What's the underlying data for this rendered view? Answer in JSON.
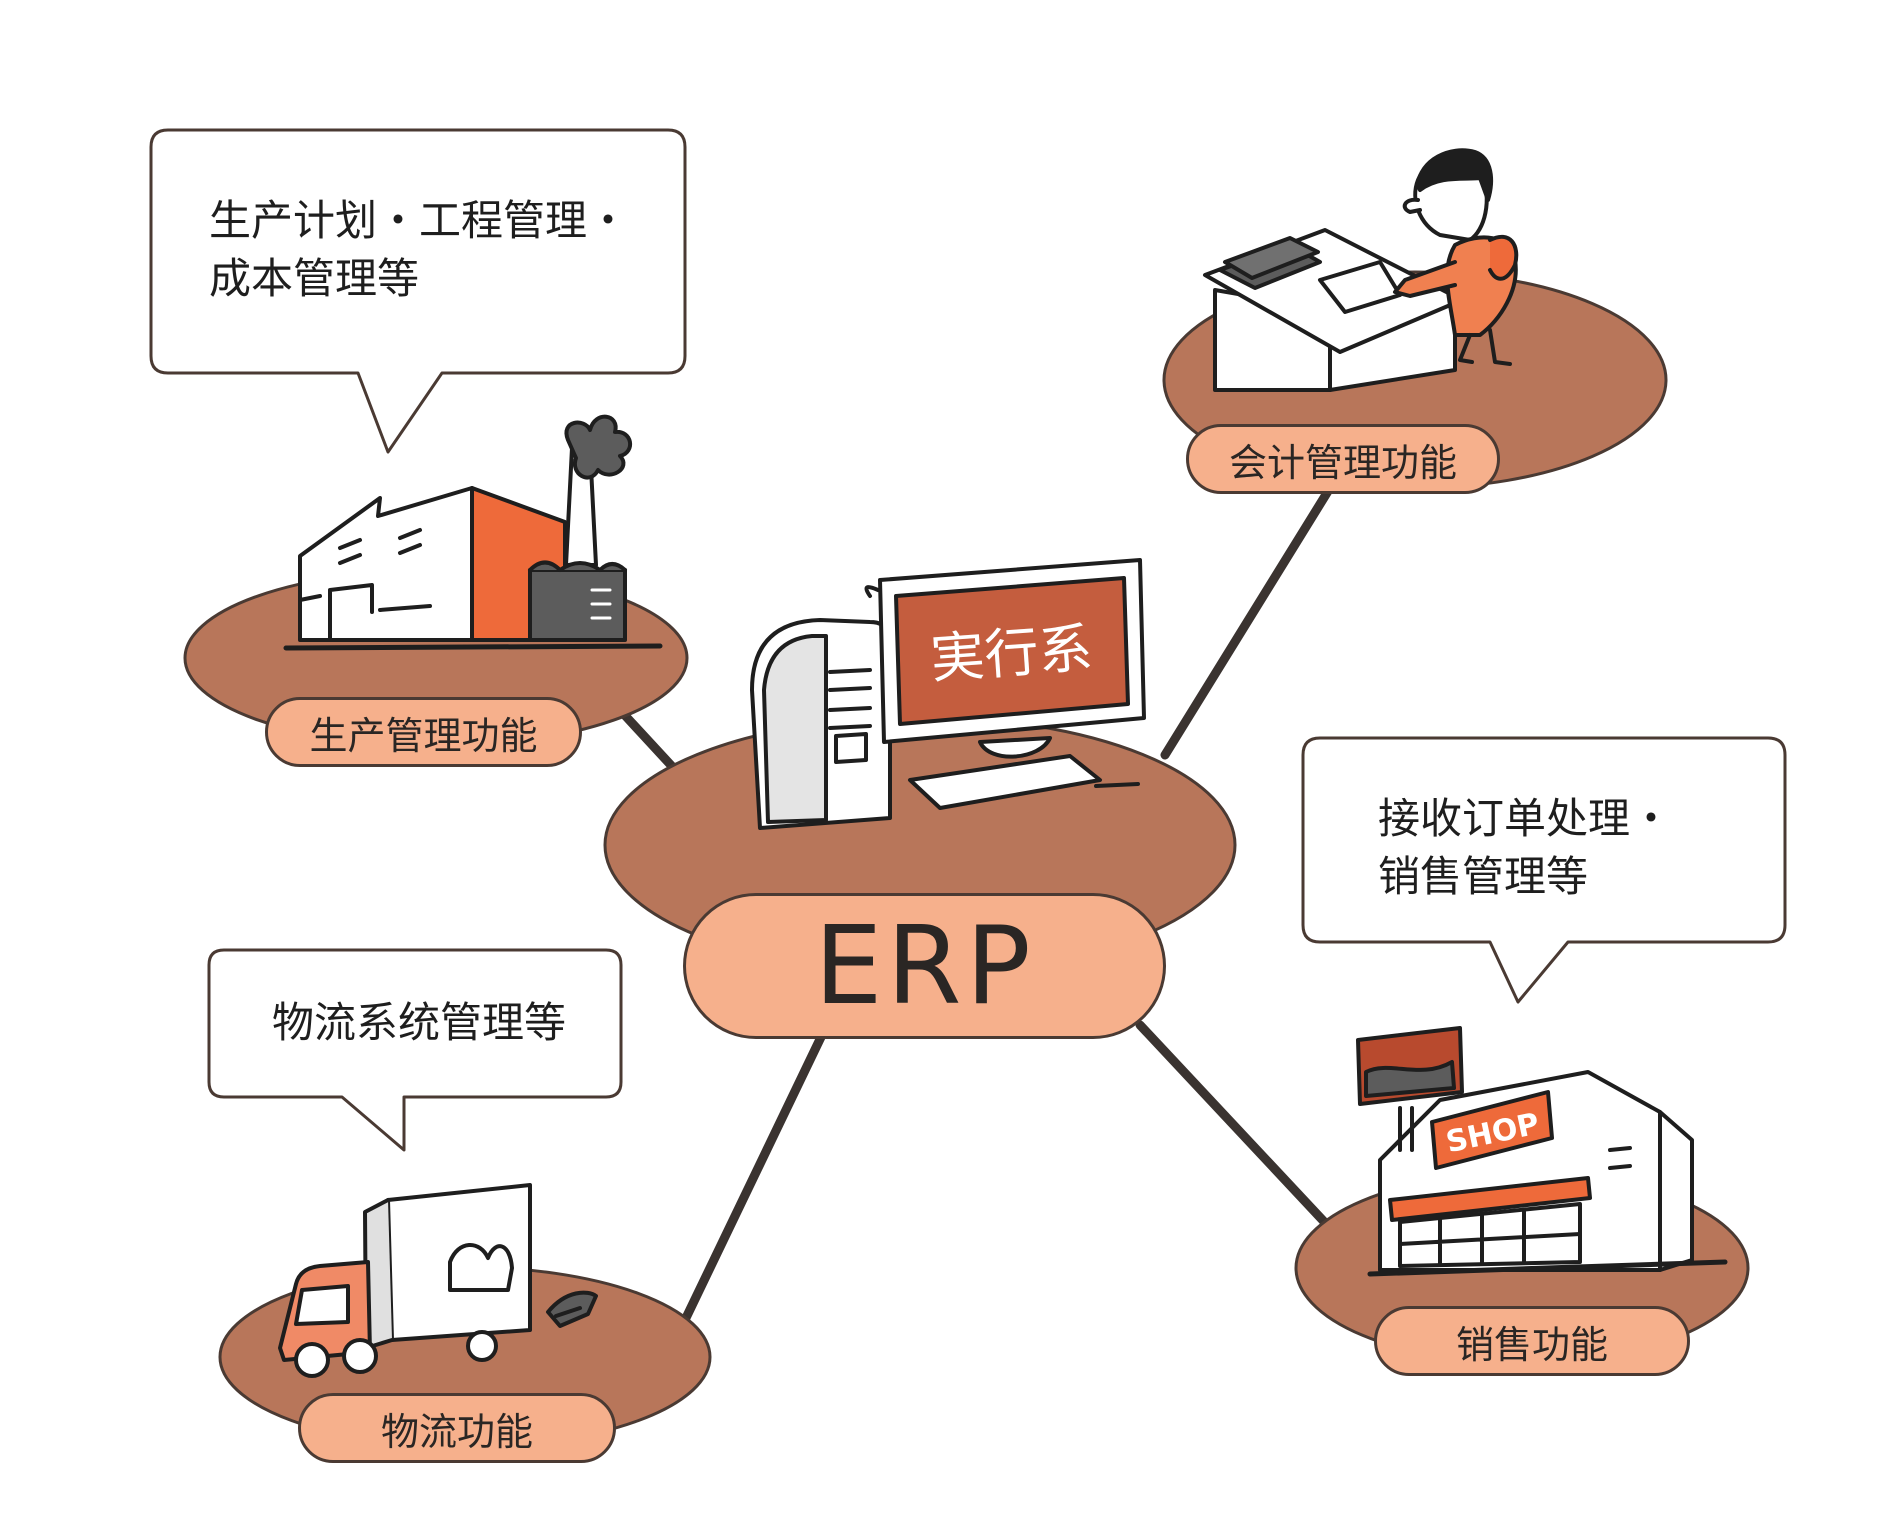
{
  "colors": {
    "platform": "#b8765a",
    "pill": "#f6b08c",
    "outline": "#2a2624",
    "accent_orange": "#ee6a3a",
    "screen": "#c45d3e",
    "dark_grey": "#5c5c5c"
  },
  "center": {
    "label": "ERP",
    "screen_text": "実行系"
  },
  "nodes": {
    "production": {
      "label": "生产管理功能",
      "bubble_lines": [
        "生产计划・工程管理・",
        "成本管理等"
      ],
      "icon": "factory-icon"
    },
    "accounting": {
      "label": "会计管理功能",
      "icon": "accountant-desk-icon"
    },
    "sales": {
      "label": "销售功能",
      "bubble_lines": [
        "接收订单处理・",
        "销售管理等"
      ],
      "icon": "shop-icon",
      "sign_text": "SHOP"
    },
    "logistics": {
      "label": "物流功能",
      "bubble_lines": [
        "物流系统管理等"
      ],
      "icon": "truck-icon"
    }
  }
}
